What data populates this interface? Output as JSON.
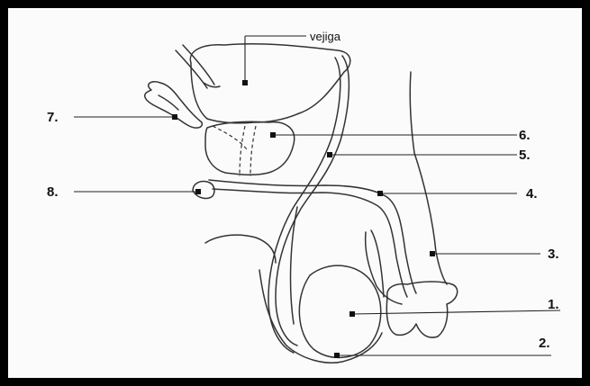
{
  "labels": {
    "vejiga": "vejiga",
    "l1": "1.",
    "l2": "2.",
    "l3": "3.",
    "l4": "4.",
    "l5": "5.",
    "l6": "6.",
    "l7": "7.",
    "l8": "8."
  },
  "colors": {
    "frame": "#000000",
    "line": "#222222",
    "background": "#fbfbfb"
  }
}
